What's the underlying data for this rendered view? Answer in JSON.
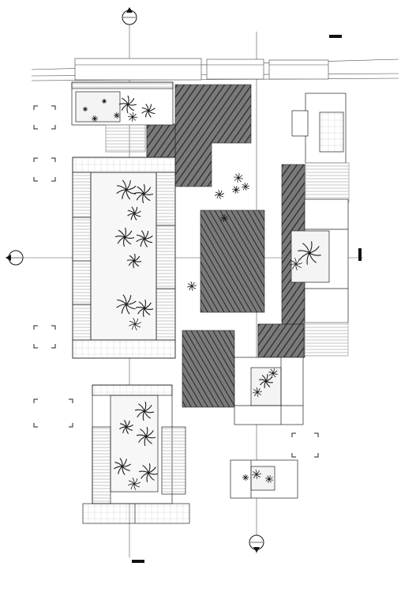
{
  "drawing": {
    "type": "architectural site plan",
    "palette": {
      "line": "#222222",
      "hatch_fill": "#6a6a6a",
      "hatch_line": "#2a2a2a",
      "paper": "#ffffff",
      "court": "#f4f4f4",
      "tree": "#1c1c1c"
    },
    "section_markers": [
      {
        "id": "top",
        "orientation": "north"
      },
      {
        "id": "left",
        "orientation": "west"
      },
      {
        "id": "bottom",
        "orientation": "south"
      }
    ],
    "blocks": [
      {
        "id": "north-pavilion"
      },
      {
        "id": "west-courtyard-block"
      },
      {
        "id": "southwest-courtyard-block"
      },
      {
        "id": "northeast-block"
      },
      {
        "id": "east-courtyard-block"
      },
      {
        "id": "south-central-block"
      },
      {
        "id": "southeast-small-block"
      }
    ],
    "hatched_fields": [
      {
        "id": "north-field"
      },
      {
        "id": "central-field"
      },
      {
        "id": "east-field"
      },
      {
        "id": "south-field"
      }
    ],
    "tree_count": 36
  }
}
